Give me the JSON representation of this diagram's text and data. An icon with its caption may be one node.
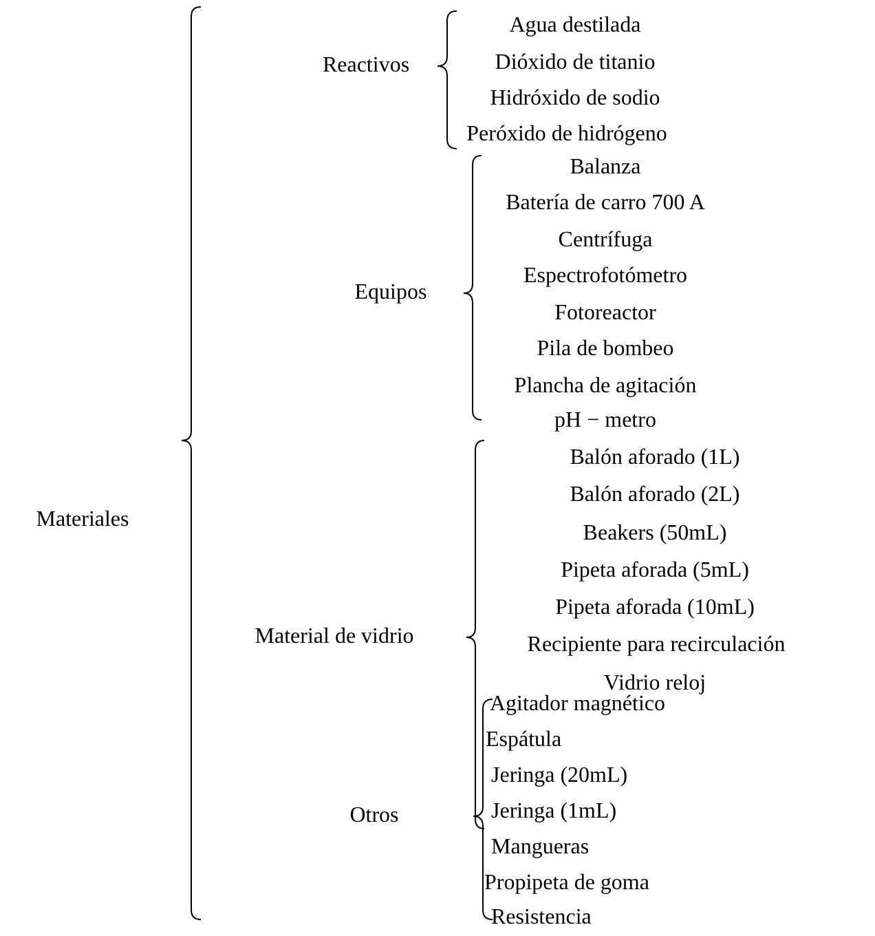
{
  "diagram": {
    "labels": [
      "Materiales",
      "Reactivos",
      "Agua destilada",
      "Dióxido de titanio",
      "Hidróxido de sodio",
      "Peróxido de hidrógeno",
      "Equipos",
      "Balanza",
      "Batería de carro 700 A",
      "Centrífuga",
      "Espectrofotómetro",
      "Fotoreactor",
      "Pila de bombeo",
      "Plancha de agitación",
      "pH − metro",
      "Material de vidrio",
      "Balón aforado (1L)",
      "Balón aforado (2L)",
      "Beakers (50mL)",
      "Pipeta aforada (5mL)",
      "Pipeta aforada (10mL)",
      "Recipiente para recirculación",
      "Vidrio reloj",
      "Otros",
      "Agitador magnético",
      "Espátula",
      "Jeringa (20mL)",
      "Jeringa (1mL)",
      "Mangueras",
      "Propipeta de goma",
      "Resistencia"
    ]
  }
}
